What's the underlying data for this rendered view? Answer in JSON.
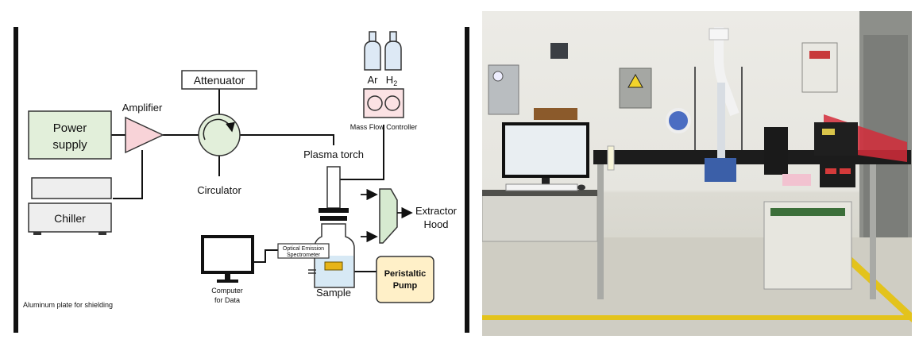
{
  "diagram": {
    "labels": {
      "power_supply_line1": "Power",
      "power_supply_line2": "supply",
      "amplifier": "Amplifier",
      "attenuator": "Attenuator",
      "circulator": "Circulator",
      "chiller": "Chiller",
      "gas_ar": "Ar",
      "gas_h2": "H",
      "gas_h2_sub": "2",
      "mass_flow_controller": "Mass Flow Controller",
      "plasma_torch": "Plasma torch",
      "extractor_line1": "Extractor",
      "extractor_line2": "Hood",
      "oes_line1": "Optical Emission",
      "oes_line2": "Spectrometer",
      "computer_line1": "Computer",
      "computer_line2": "for Data",
      "sample": "Sample",
      "pump_line1": "Peristaltic",
      "pump_line2": "Pump",
      "shielding": "Aluminum plate for shielding"
    },
    "colors": {
      "power_supply_fill": "#e2efda",
      "amplifier_fill": "#f8d3d8",
      "circulator_fill": "#e2efda",
      "gas_fill": "#dde9f5",
      "mfc_fill": "#fbe2e4",
      "extractor_fill": "#d6ead0",
      "pump_fill": "#fff0c8",
      "vessel_fill": "#d7e9f5",
      "sample_fill": "#e7b418"
    }
  },
  "photo": {
    "icons": [
      "warning-sign-icon",
      "monitor-icon",
      "keyboard-icon",
      "mouse-icon",
      "chiller-unit-icon"
    ]
  }
}
